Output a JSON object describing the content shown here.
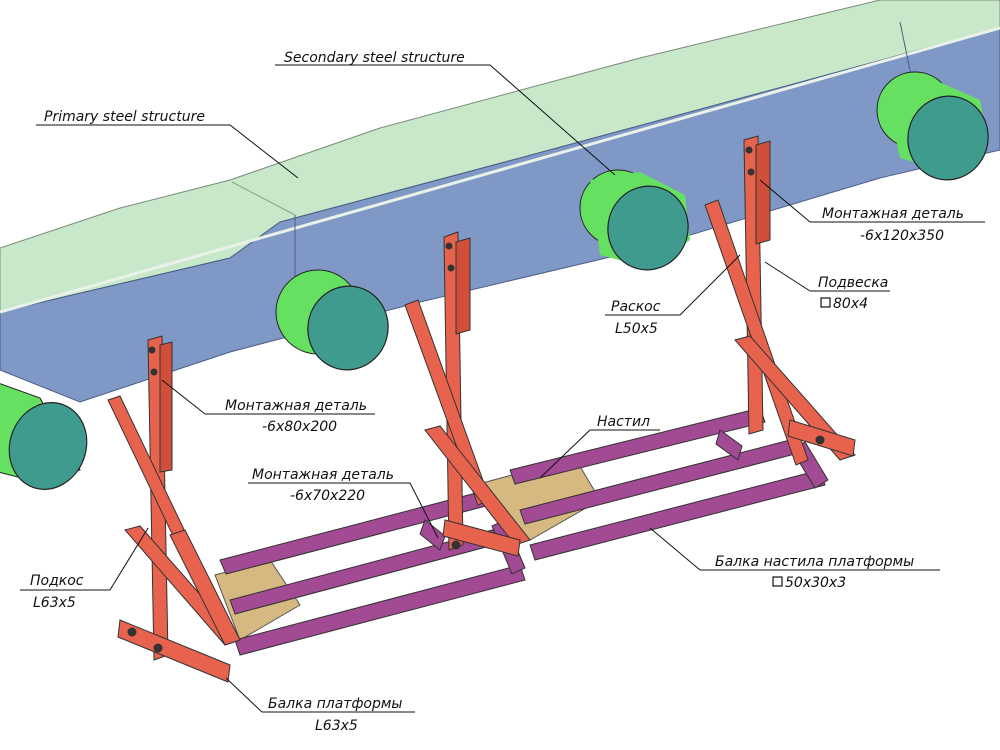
{
  "labels": {
    "secondary_steel": "Secondary steel structure",
    "primary_steel": "Primary steel structure",
    "mount_detail_right": "Монтажная деталь",
    "mount_detail_right_size": "-6x120x350",
    "hanger": "Подвеска",
    "hanger_size": "80x4",
    "brace": "Раскос",
    "brace_size": "L50x5",
    "mount_detail_left": "Монтажная деталь",
    "mount_detail_left_size": "-6x80x200",
    "deck": "Настил",
    "mount_detail_mid": "Монтажная деталь",
    "mount_detail_mid_size": "-6x70x220",
    "strut": "Подкос",
    "strut_size": "L63x5",
    "deck_beam": "Балка настила платформы",
    "deck_beam_size": "50x30x3",
    "platform_beam": "Балка платформы",
    "platform_beam_size": "L63x5"
  },
  "colors": {
    "beam_top": "#c9e8c9",
    "beam_side": "#7f98c6",
    "pipe_body": "#66e060",
    "pipe_end": "#3f9b8e",
    "post": "#e8634e",
    "deck_frame": "#a24a93",
    "deck_plate": "#d6b980"
  }
}
